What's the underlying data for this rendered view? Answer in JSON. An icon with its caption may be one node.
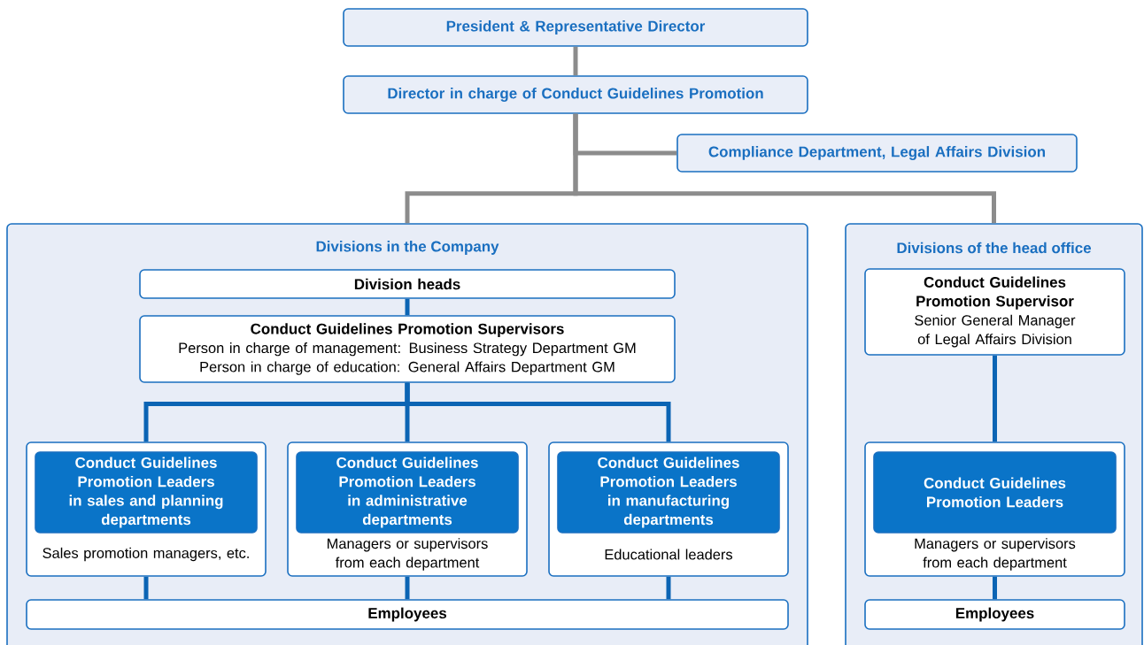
{
  "diagram": {
    "nodes": [
      {
        "text": [
          "President & Representative Director"
        ]
      },
      {
        "text": [
          "Director in charge of Conduct Guidelines Promotion"
        ]
      },
      {
        "text": [
          "Compliance Department, Legal Affairs Division"
        ]
      },
      {
        "text": [
          "Divisions in the Company"
        ]
      },
      {
        "text": [
          "Division heads"
        ],
        "in": 3
      },
      {
        "text": [
          "Conduct Guidelines Promotion Supervisors",
          "Person in charge of management: Business Strategy Department GM",
          "Person in charge of education: General Affairs Department GM"
        ],
        "in": 3
      },
      {
        "text": [
          "Sales promotion managers, etc."
        ],
        "in": 3
      },
      {
        "text": [
          "Conduct Guidelines Promotion Leaders in sales and planning departments"
        ],
        "in": 6
      },
      {
        "text": [
          "Managers or supervisors from each department"
        ],
        "in": 3
      },
      {
        "text": [
          "Conduct Guidelines Promotion Leaders in administrative departments"
        ],
        "in": 8
      },
      {
        "text": [
          "Educational leaders"
        ],
        "in": 3
      },
      {
        "text": [
          "Conduct Guidelines Promotion Leaders in manufacturing departments"
        ],
        "in": 10
      },
      {
        "text": [
          "Employees"
        ],
        "in": 3
      },
      {
        "text": [
          "Divisions of the head office"
        ]
      },
      {
        "text": [
          "Conduct Guidelines Promotion Supervisor",
          "Senior General Manager of Legal Affairs Division"
        ],
        "in": 13
      },
      {
        "text": [
          "Managers or supervisors from each department"
        ],
        "in": 13
      },
      {
        "text": [
          "Conduct Guidelines Promotion Leaders"
        ],
        "in": 15
      },
      {
        "text": [
          "Employees"
        ],
        "in": 13
      }
    ],
    "edges": [
      {
        "from": 0,
        "to": 1,
        "arrow": "none",
        "color": "#8c8c8c"
      },
      {
        "from": 1,
        "to": 2,
        "arrow": "none",
        "color": "#8c8c8c"
      },
      {
        "from": 1,
        "to": 3,
        "arrow": "none",
        "color": "#8c8c8c"
      },
      {
        "from": 1,
        "to": 13,
        "arrow": "none",
        "color": "#8c8c8c"
      },
      {
        "from": 4,
        "to": 5,
        "arrow": "none"
      },
      {
        "from": 5,
        "to": 6,
        "arrow": "none"
      },
      {
        "from": 5,
        "to": 8,
        "arrow": "none"
      },
      {
        "from": 5,
        "to": 10,
        "arrow": "none"
      },
      {
        "from": 6,
        "to": 12,
        "arrow": "none"
      },
      {
        "from": 8,
        "to": 12,
        "arrow": "none"
      },
      {
        "from": 10,
        "to": 12,
        "arrow": "none"
      },
      {
        "from": 14,
        "to": 15,
        "arrow": "none"
      },
      {
        "from": 15,
        "to": 17,
        "arrow": "none"
      }
    ]
  }
}
